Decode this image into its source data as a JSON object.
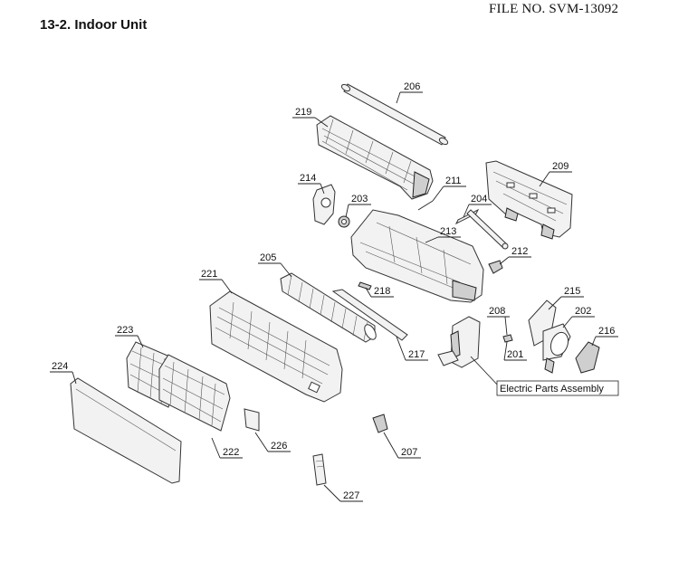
{
  "header": {
    "file_no": "FILE NO. SVM-13092",
    "section_title": "13-2.  Indoor Unit"
  },
  "parts": {
    "p201": "201",
    "p202": "202",
    "p203": "203",
    "p204": "204",
    "p205": "205",
    "p206": "206",
    "p207": "207",
    "p208": "208",
    "p209": "209",
    "p211": "211",
    "p212": "212",
    "p213": "213",
    "p214": "214",
    "p215": "215",
    "p216": "216",
    "p217": "217",
    "p218": "218",
    "p219": "219",
    "p221": "221",
    "p222": "222",
    "p223": "223",
    "p224": "224",
    "p226": "226",
    "p227": "227"
  },
  "assembly_label": "Electric Parts Assembly"
}
